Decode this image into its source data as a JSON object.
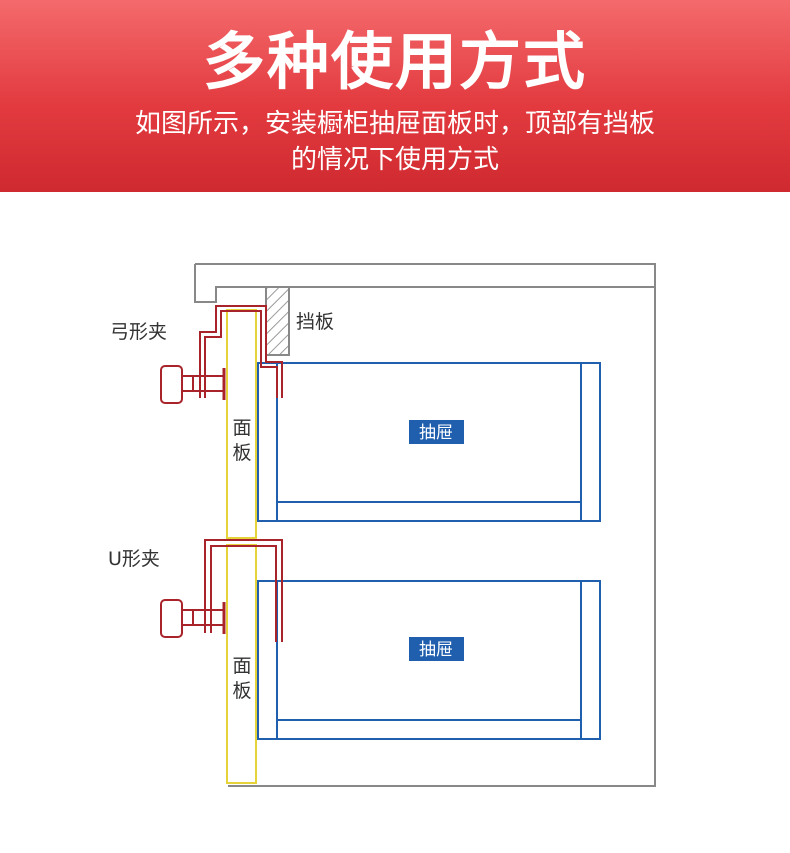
{
  "banner": {
    "title": "多种使用方式",
    "subtitle_line1": "如图所示，安装橱柜抽屉面板时，顶部有挡板",
    "subtitle_line2": "的情况下使用方式"
  },
  "labels": {
    "bow_clamp": "弓形夹",
    "u_clamp": "U形夹",
    "baffle": "挡板",
    "panel_char1": "面",
    "panel_char2": "板",
    "drawer": "抽屉"
  },
  "colors": {
    "banner_top": "#f46a6c",
    "banner_bottom": "#cf2a30",
    "cabinet_outline": "#888888",
    "panel_outline": "#e6d33a",
    "drawer_outline": "#1f5fae",
    "drawer_label_bg": "#1f5fae",
    "clamp_outline": "#a8242a"
  }
}
